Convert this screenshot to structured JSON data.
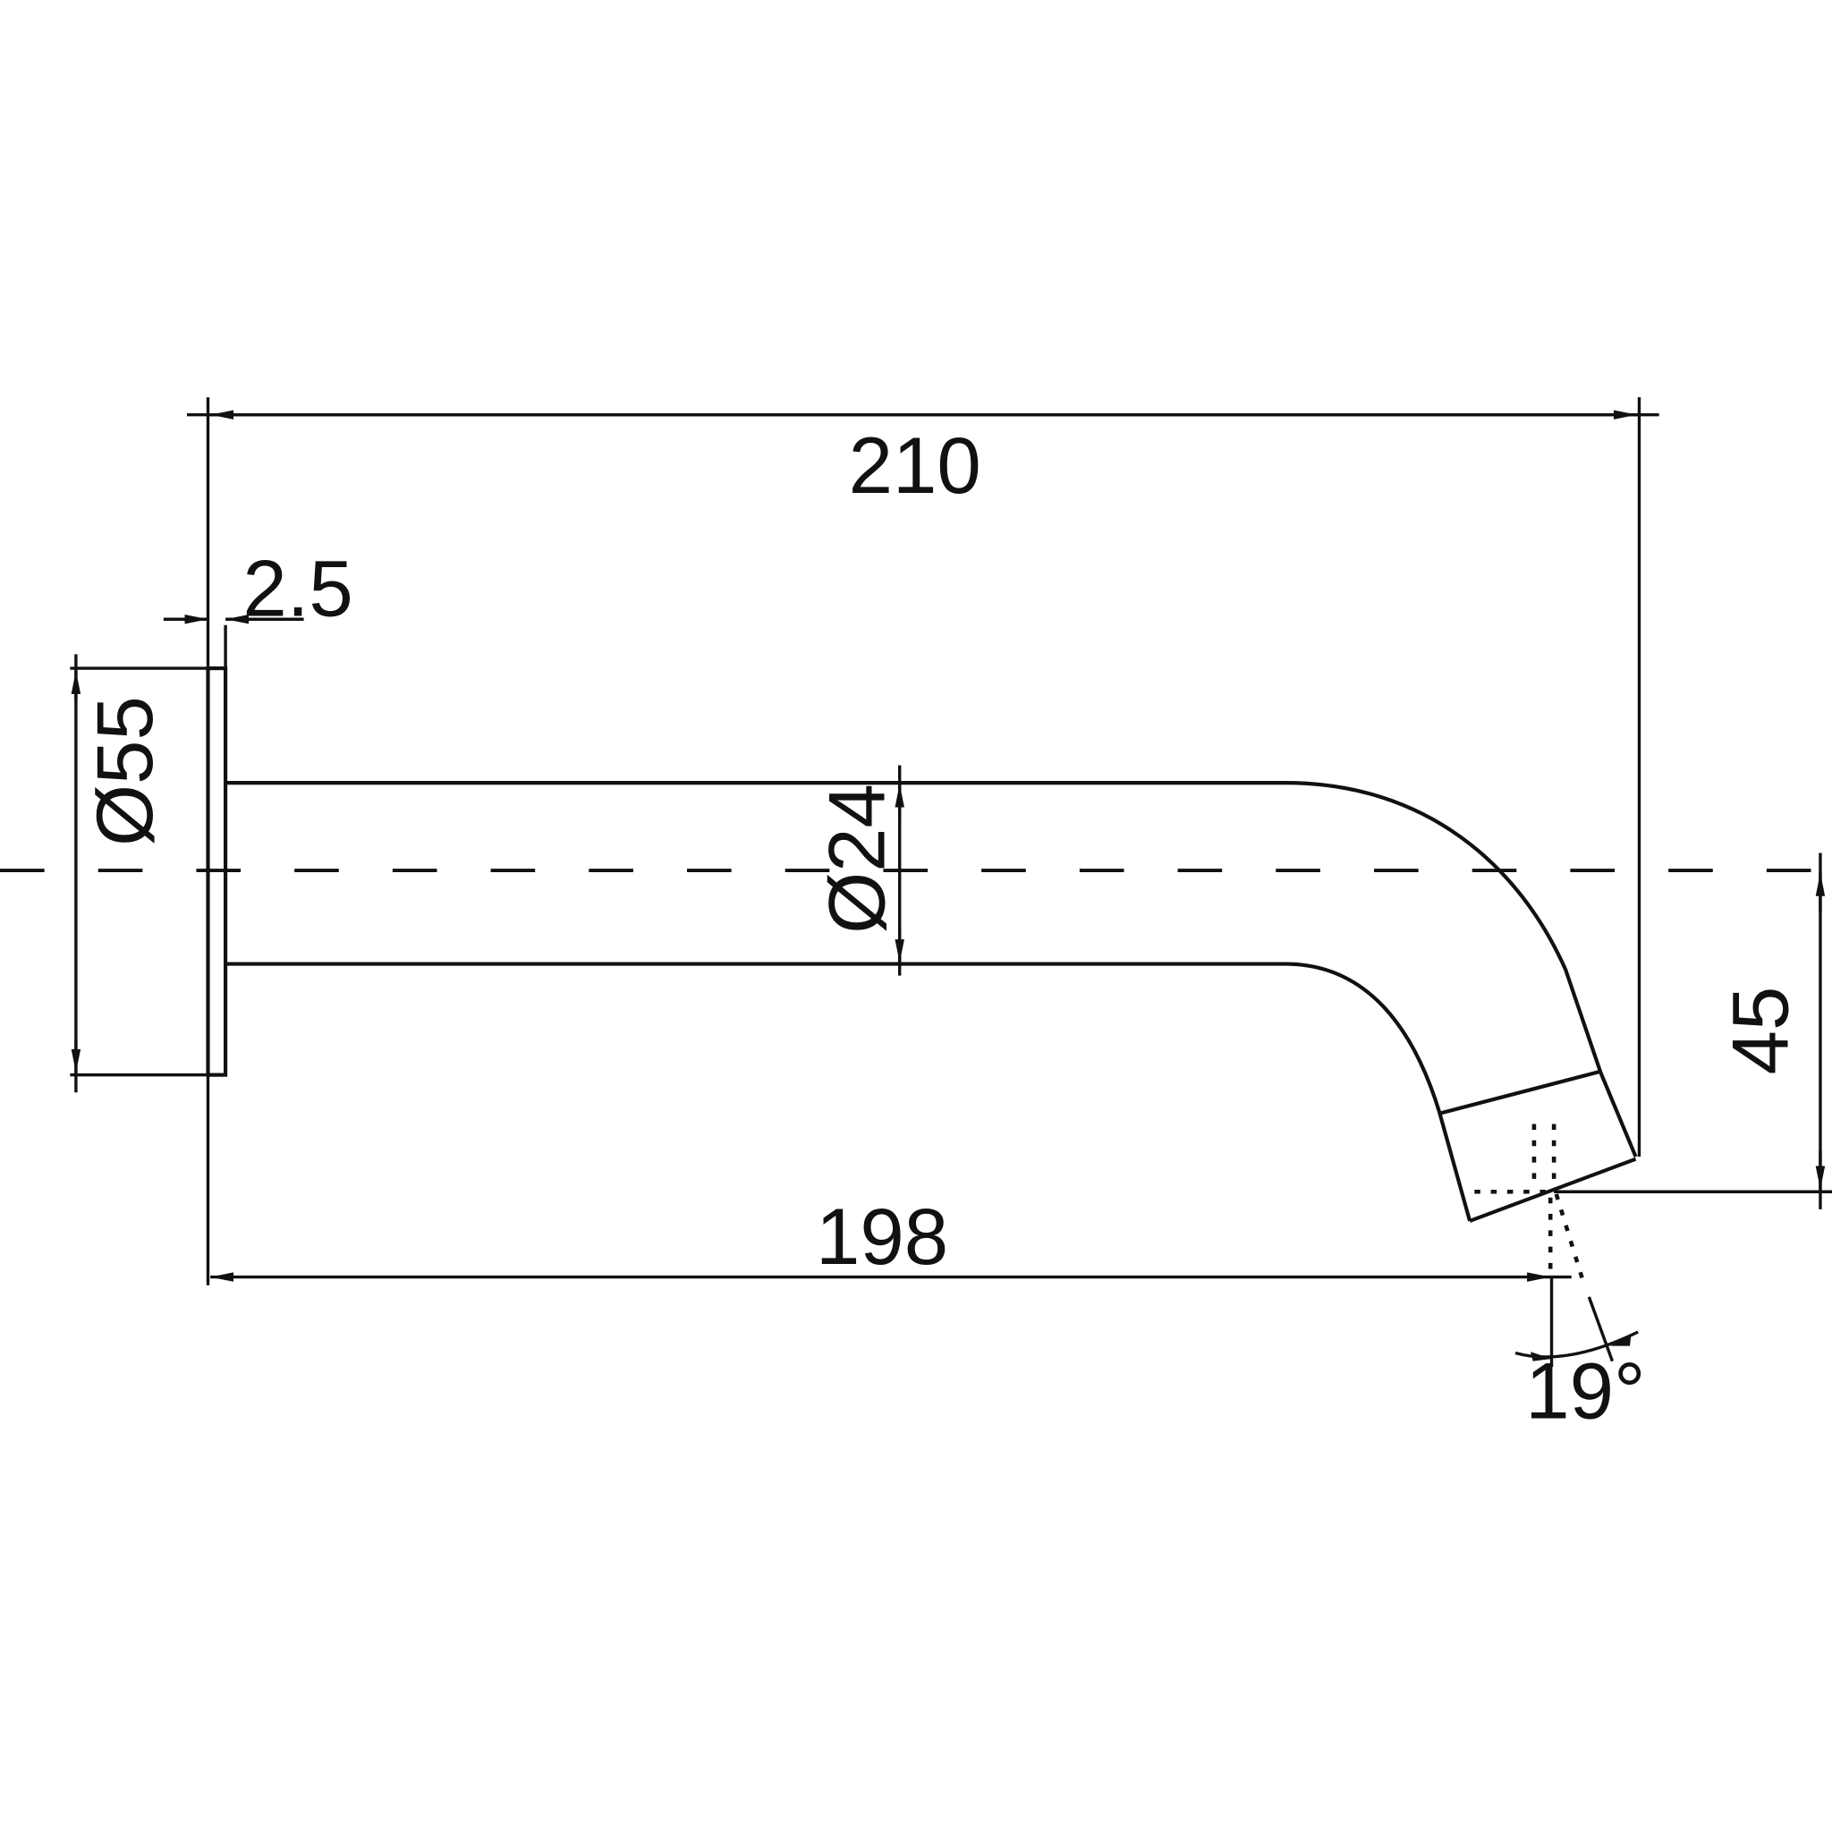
{
  "drawing": {
    "line_color": "#111111",
    "background": "#ffffff",
    "dimensions": {
      "overall_length": "210",
      "plate_thickness": "2.5",
      "plate_diameter": "Ø55",
      "pipe_diameter": "Ø24",
      "outlet_drop": "45",
      "outlet_length": "198",
      "outlet_angle": "19°"
    }
  }
}
